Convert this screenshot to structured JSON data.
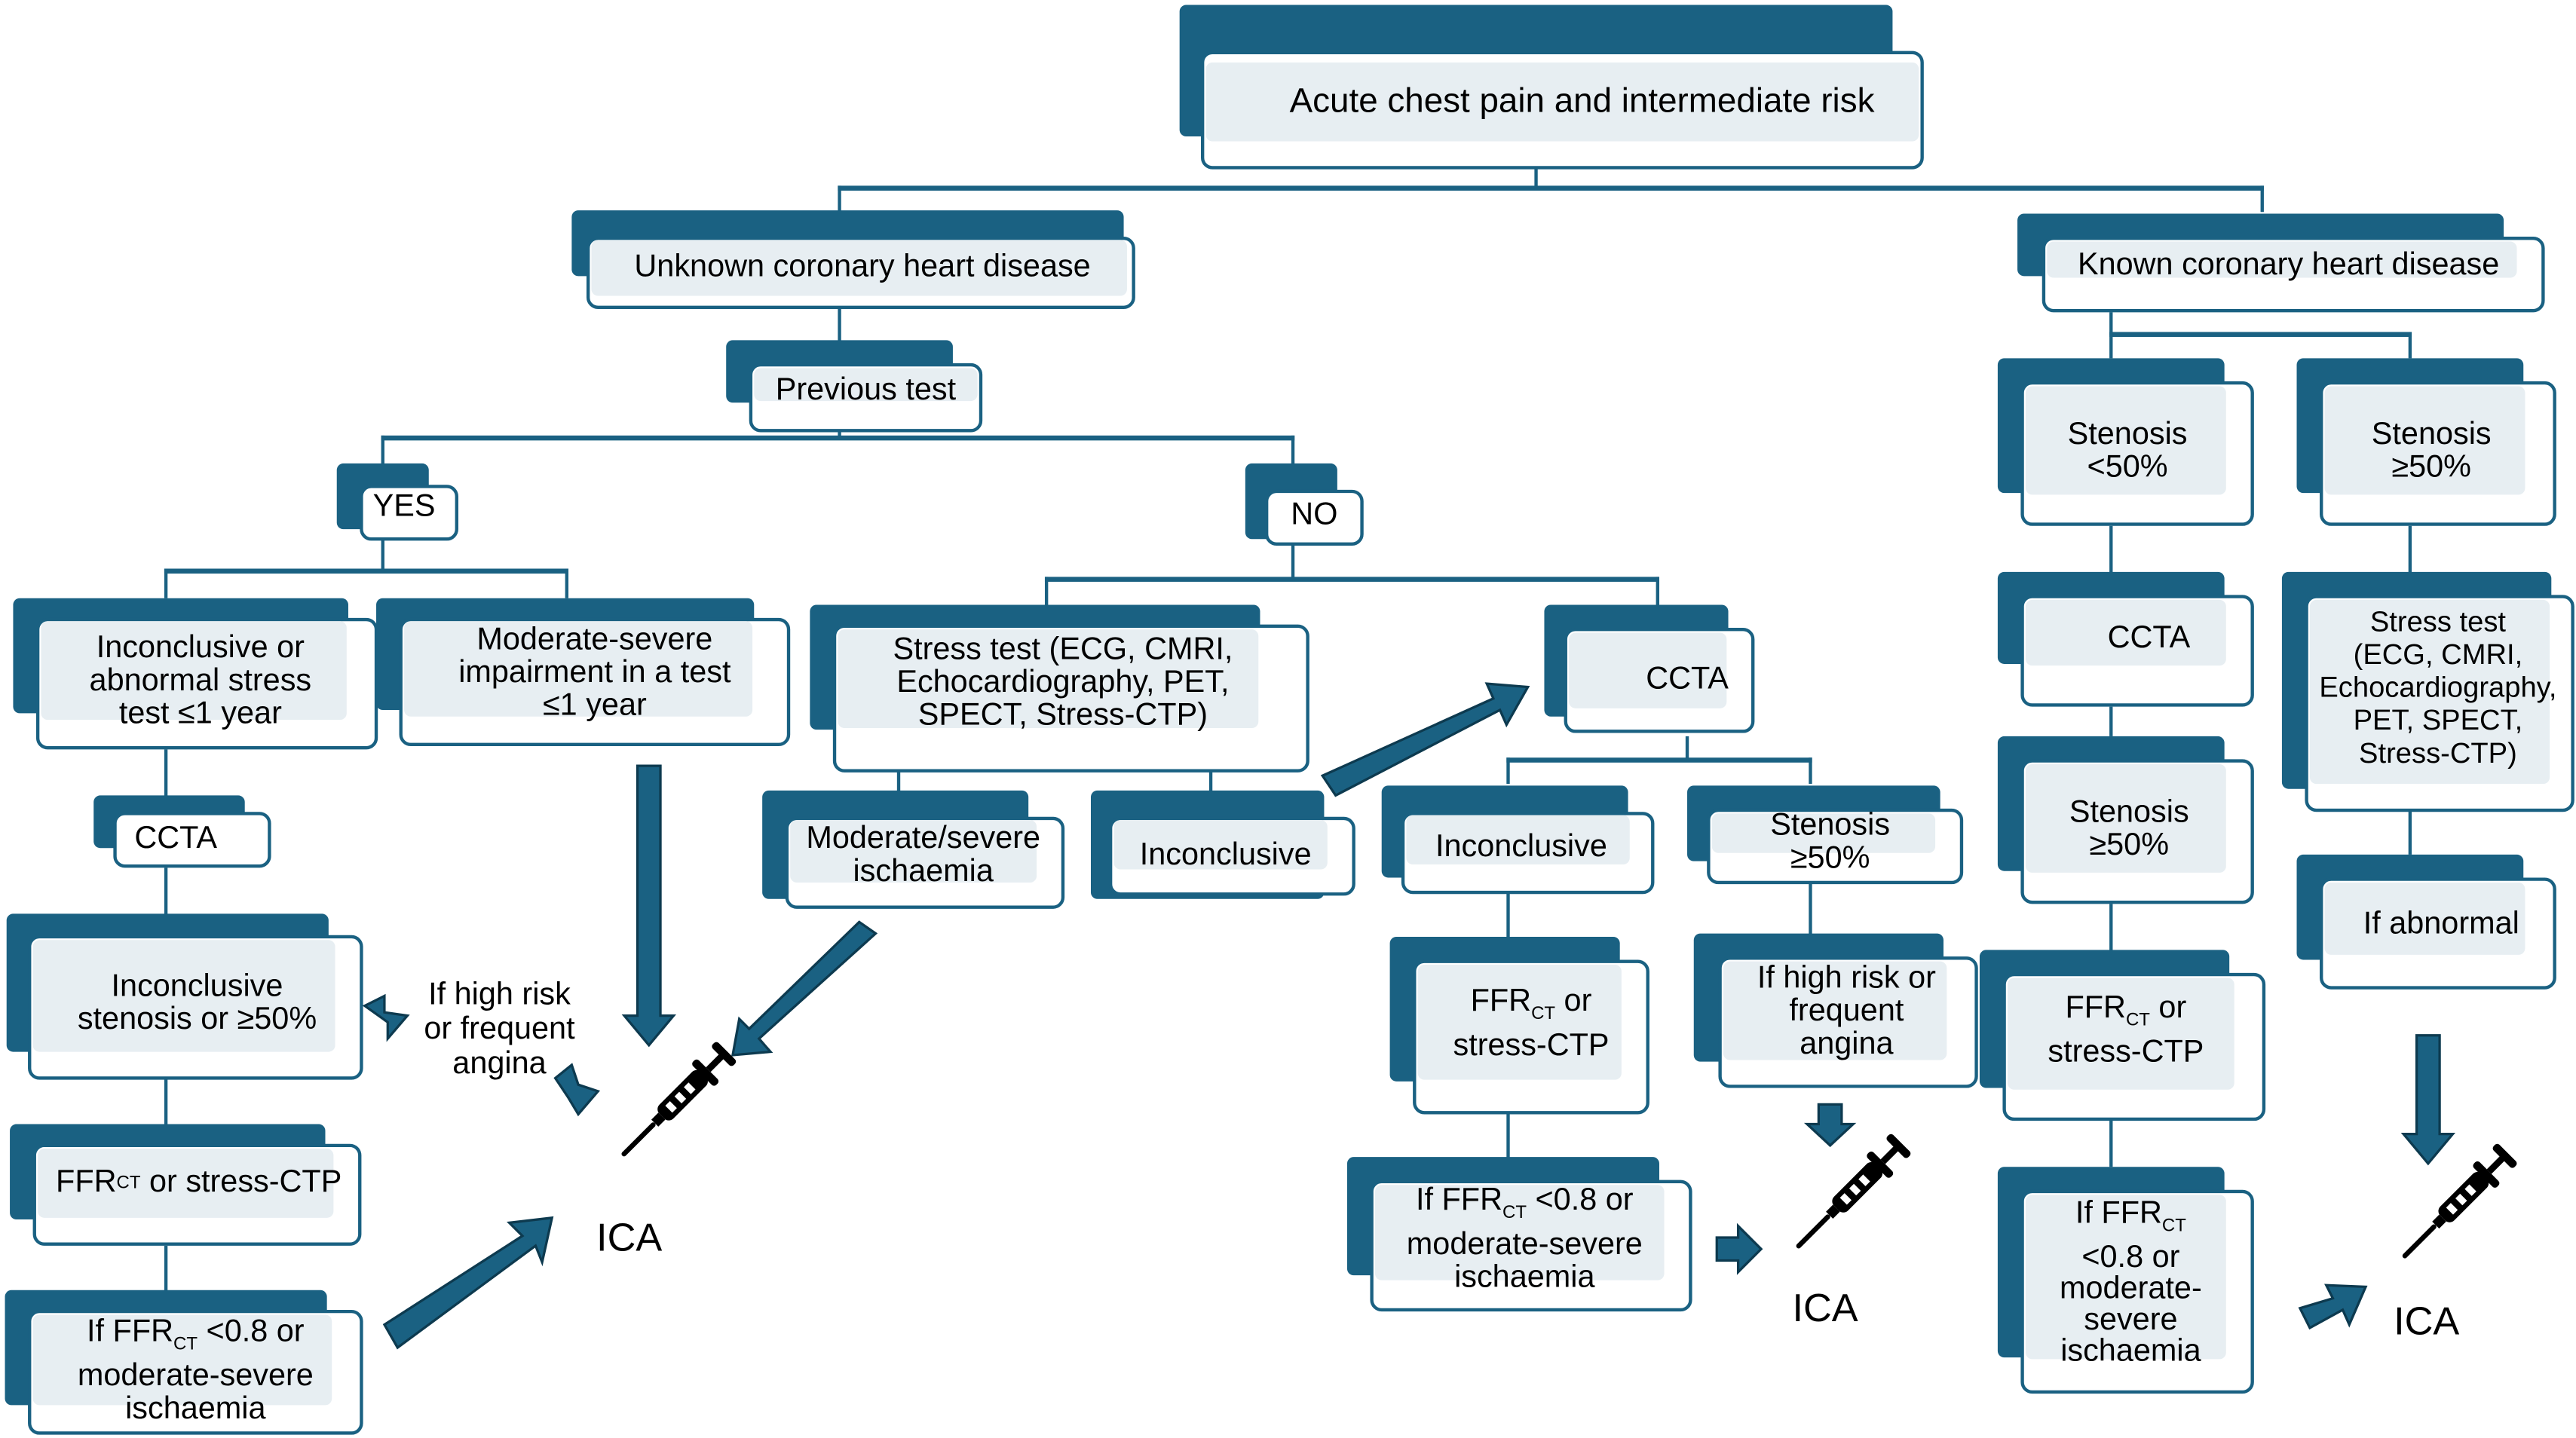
{
  "colors": {
    "primary": "#1a6182",
    "tint": "#e7eef2",
    "text": "#000000"
  },
  "root": {
    "label": "Acute chest pain and intermediate risk"
  },
  "unknown": {
    "label": "Unknown coronary heart disease",
    "previous_test": "Previous test",
    "yes": "YES",
    "no": "NO",
    "yes_branch": {
      "inconclusive_abnormal": "Inconclusive or\nabnormal stress\ntest ≤1 year",
      "moderate_severe_impairment": "Moderate-severe\nimpairment in a test\n≤1 year",
      "ccta": "CCTA",
      "inconclusive_stenosis": "Inconclusive\nstenosis or ≥50%",
      "high_risk_note": "If high risk\nor frequent\nangina",
      "ffr_prefix": "FFR",
      "ffr_sub": "CT",
      "ffr_suffix": " or stress-CTP",
      "if_ffr_line1_prefix": "If FFR",
      "if_ffr_line1_suffix": " <0.8 or",
      "if_ffr_rest": "moderate-severe\nischaemia",
      "ica": "ICA"
    },
    "no_branch": {
      "stress_test": "Stress test (ECG, CMRI,\nEchocardiography, PET,\nSPECT, Stress-CTP)",
      "moderate_severe_ischaemia": "Moderate/severe\nischaemia",
      "inconclusive": "Inconclusive",
      "ccta": "CCTA",
      "ccta_inconclusive": "Inconclusive",
      "stenosis_ge50": "Stenosis\n≥50%",
      "ffr_prefix": "FFR",
      "ffr_sub": "CT",
      "ffr_suffix": " or",
      "ffr_line2": "stress-CTP",
      "high_risk": "If high risk or\nfrequent\nangina",
      "if_ffr_line1_prefix": "If FFR",
      "if_ffr_line1_suffix": " <0.8 or",
      "if_ffr_rest": "moderate-severe\nischaemia",
      "ica": "ICA"
    }
  },
  "known": {
    "label": "Known coronary heart disease",
    "stenosis_lt50": "Stenosis\n<50%",
    "stenosis_ge50": "Stenosis\n≥50%",
    "ccta": "CCTA",
    "ccta_stenosis_ge50": "Stenosis\n≥50%",
    "ffr_prefix": "FFR",
    "ffr_sub": "CT",
    "ffr_suffix": " or",
    "ffr_line2": "stress-CTP",
    "if_ffr_line1_prefix": "If FFR",
    "if_ffr_rest": "<0.8 or\nmoderate-\nsevere\nischaemia",
    "stress_test": "Stress test\n(ECG, CMRI,\nEchocardiography,\nPET, SPECT,\nStress-CTP)",
    "if_abnormal": "If abnormal",
    "ica": "ICA"
  }
}
